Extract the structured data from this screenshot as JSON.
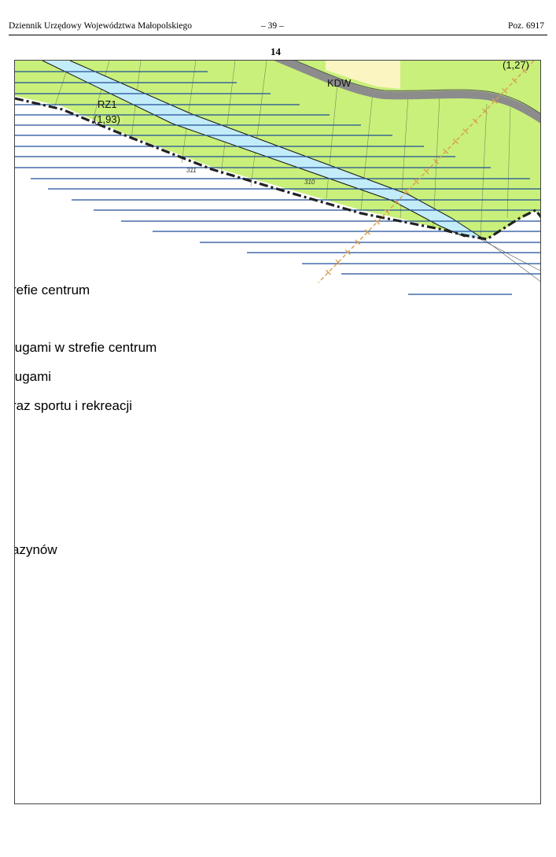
{
  "header": {
    "left": "Dziennik Urzędowy Województwa Małopolskiego",
    "center": "– 39 –",
    "right": "Poz. 6917"
  },
  "page_number": "14",
  "map": {
    "labels": {
      "zone_code": "RZ1",
      "zone_area": "(1,93)",
      "road_code": "KDW",
      "area_top_right": "(1,27)",
      "plot_a": "310",
      "plot_b": "311"
    },
    "colors": {
      "agricultural": "#c9f07a",
      "water": "#c2ecf8",
      "road": "#8c8c8c",
      "hatch": "#1f4e9a",
      "boundary": "#222222",
      "power_line": "#d9a050",
      "built_area": "#fbf5c2"
    }
  },
  "legend": [
    "refie centrum",
    "ługami w strefie centrum",
    "ługami",
    "raz sportu i rekreacji",
    "azynów"
  ]
}
